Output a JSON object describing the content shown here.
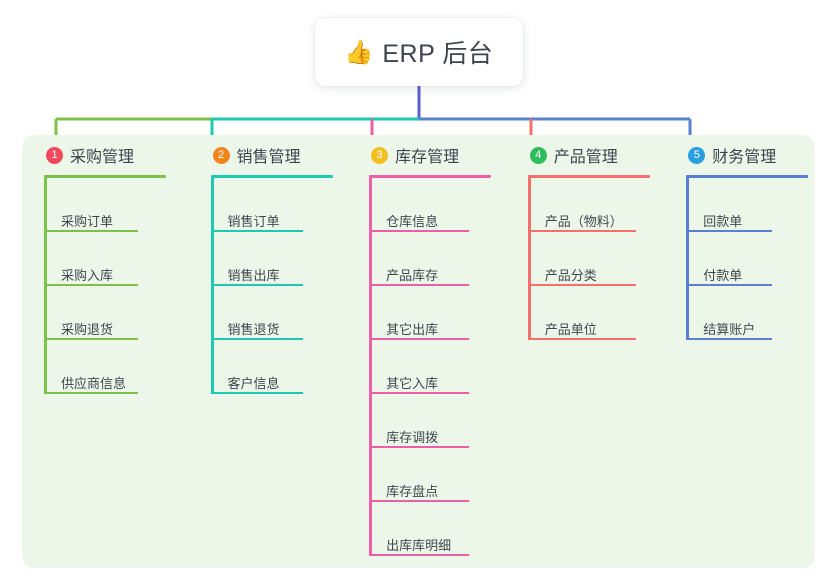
{
  "root": {
    "emoji": "👍",
    "emoji_name": "thumbs-up-icon",
    "title": "ERP 后台"
  },
  "palette": {
    "panel_bg": "#EDF7E9",
    "card_bg": "#FFFFFF",
    "text": "#3D4450",
    "trunk": "#5B5FC7"
  },
  "columns": [
    {
      "number": "1",
      "title": "采购管理",
      "badge_color": "#F04A5E",
      "line_color": "#7DC04A",
      "items": [
        "采购订单",
        "采购入库",
        "采购退货",
        "供应商信息"
      ]
    },
    {
      "number": "2",
      "title": "销售管理",
      "badge_color": "#F0871E",
      "line_color": "#1FC8B0",
      "items": [
        "销售订单",
        "销售出库",
        "销售退货",
        "客户信息"
      ]
    },
    {
      "number": "3",
      "title": "库存管理",
      "badge_color": "#F2BE22",
      "line_color": "#EC5FA8",
      "items": [
        "仓库信息",
        "产品库存",
        "其它出库",
        "其它入库",
        "库存调拨",
        "库存盘点",
        "出库库明细"
      ]
    },
    {
      "number": "4",
      "title": "产品管理",
      "badge_color": "#2EBD5A",
      "line_color": "#F4706C",
      "items": [
        "产品（物料）",
        "产品分类",
        "产品单位"
      ]
    },
    {
      "number": "5",
      "title": "财务管理",
      "badge_color": "#2A9FE0",
      "line_color": "#5B7FD1",
      "items": [
        "回款单",
        "付款单",
        "结算账户"
      ]
    }
  ]
}
